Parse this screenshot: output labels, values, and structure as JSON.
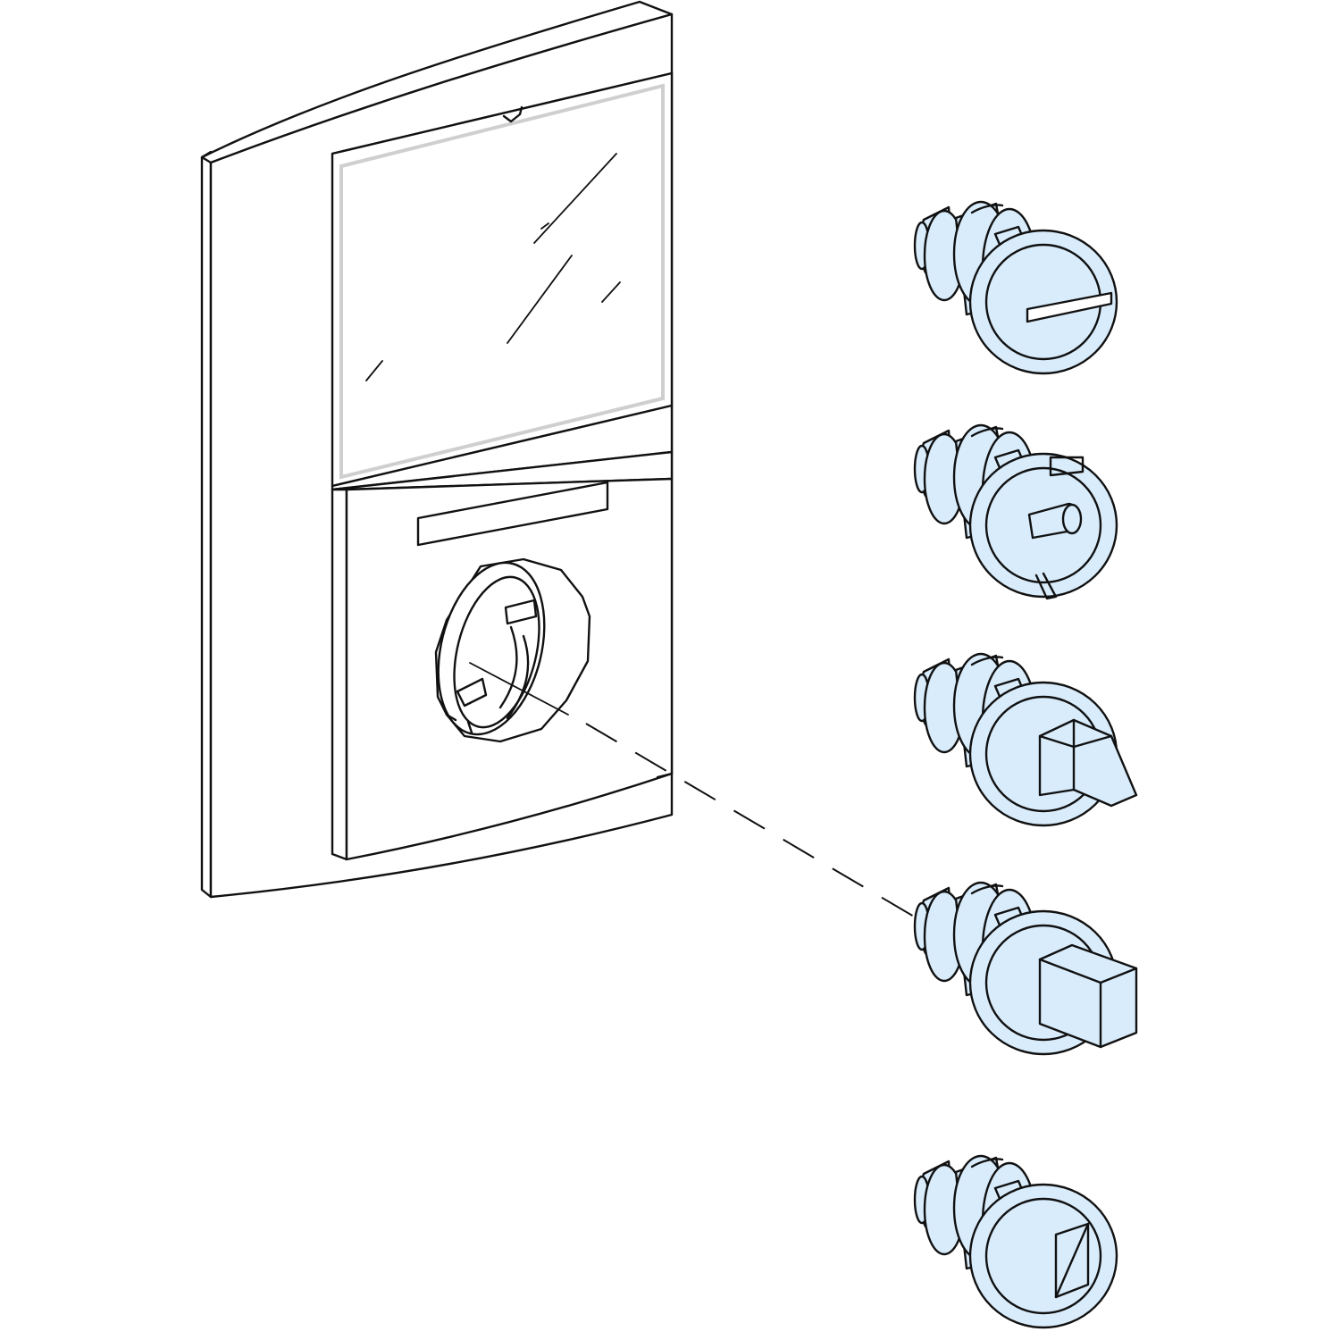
{
  "colors": {
    "background": "#ffffff",
    "outline": "#111111",
    "insert_fill": "#d9ecfb",
    "window_border": "#cfcfcf"
  },
  "door": {
    "parts": [
      "door-panel",
      "viewing-window",
      "label-holder",
      "lock-housing"
    ]
  },
  "inserts": [
    {
      "name": "slot-insert-icon"
    },
    {
      "name": "round-pin-insert-icon"
    },
    {
      "name": "triangle-insert-icon"
    },
    {
      "name": "square-insert-icon"
    },
    {
      "name": "square-recess-insert-icon"
    }
  ]
}
